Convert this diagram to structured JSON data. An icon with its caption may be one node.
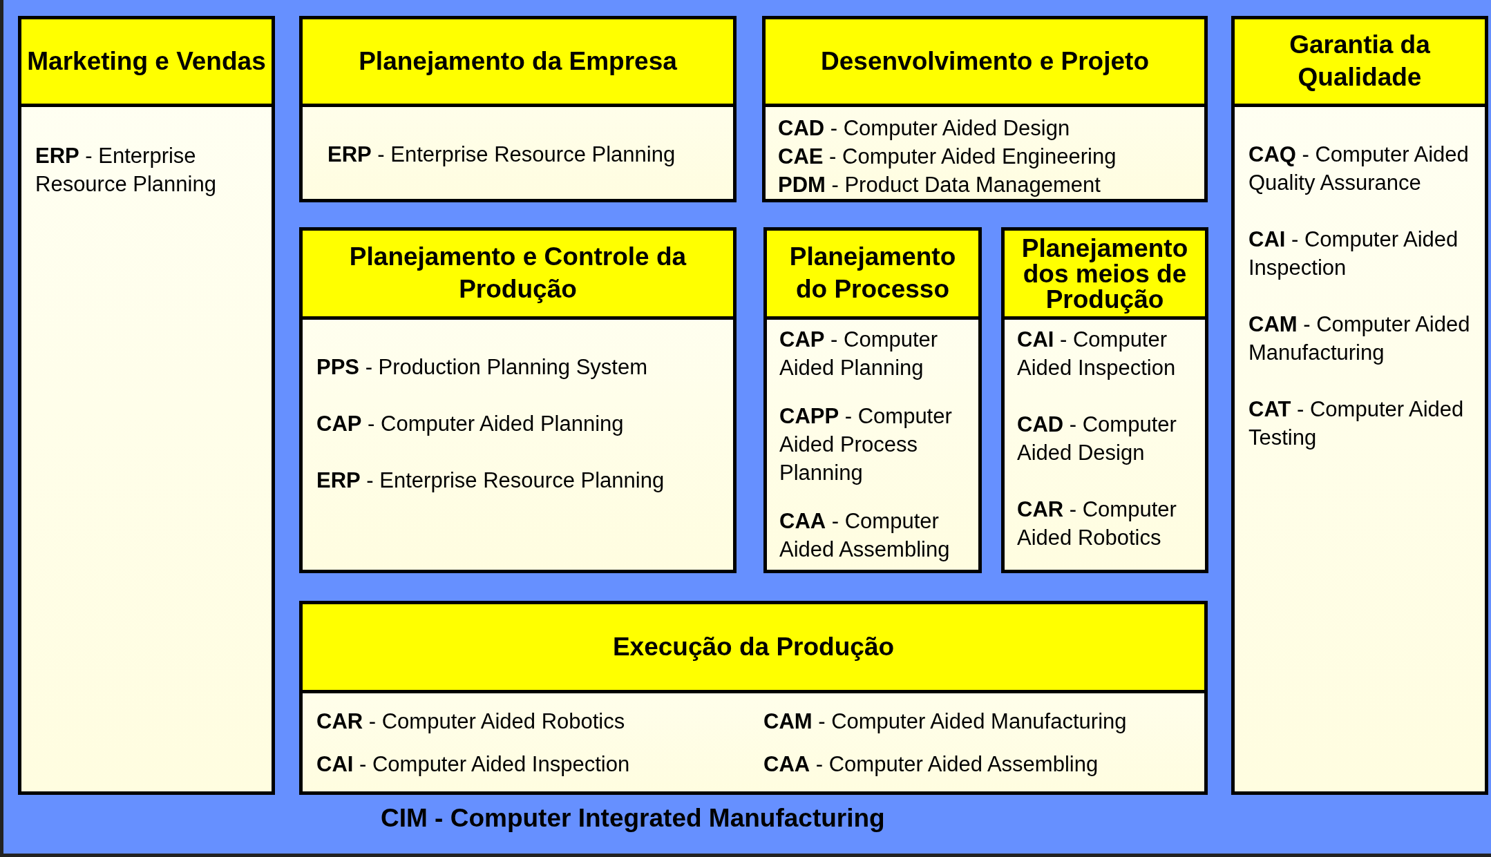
{
  "diagram": {
    "nodes": [
      {
        "text": [
          "CIM - Computer Integrated Manufacturing"
        ]
      },
      {
        "text": [
          "Marketing e Vendas",
          "**ERP** - Enterprise Resource Planning"
        ],
        "in": 0
      },
      {
        "text": [
          "Planejamento da Empresa",
          "**ERP** - Enterprise Resource Planning"
        ],
        "in": 0
      },
      {
        "text": [
          "Desenvolvimento e Projeto",
          "**CAD** - Computer Aided Design",
          "**CAE** - Computer Aided Engineering",
          "**PDM** - Product Data Management"
        ],
        "in": 0
      },
      {
        "text": [
          "Garantia da Qualidade",
          "**CAQ** - Computer Aided Quality Assurance",
          "**CAI** - Computer Aided Inspection",
          "**CAM** - Computer Aided Manufacturing",
          "**CAT** - Computer Aided Testing"
        ],
        "in": 0
      },
      {
        "text": [
          "Planejamento e Controle da Produção",
          "**PPS** - Production Planning System",
          "**CAP** - Computer Aided Planning",
          "**ERP** - Enterprise Resource Planning"
        ],
        "in": 0
      },
      {
        "text": [
          "Planejamento do Processo",
          "**CAP** - Computer Aided Planning",
          "**CAPP** - Computer Aided Process Planning",
          "**CAA** - Computer Aided Assembling"
        ],
        "in": 0
      },
      {
        "text": [
          "Planejamento dos meios de Produção",
          "**CAI** - Computer Aided Inspection",
          "**CAD** - Computer Aided Design",
          "**CAR** - Computer Aided Robotics"
        ],
        "in": 0
      },
      {
        "text": [
          "Execução da Produção",
          "**CAR** - Computer Aided Robotics",
          "**CAM** - Computer Aided Manufacturing",
          "**CAI** - Computer Aided Inspection",
          "**CAA** - Computer Aided Assembling"
        ],
        "in": 0
      }
    ]
  }
}
